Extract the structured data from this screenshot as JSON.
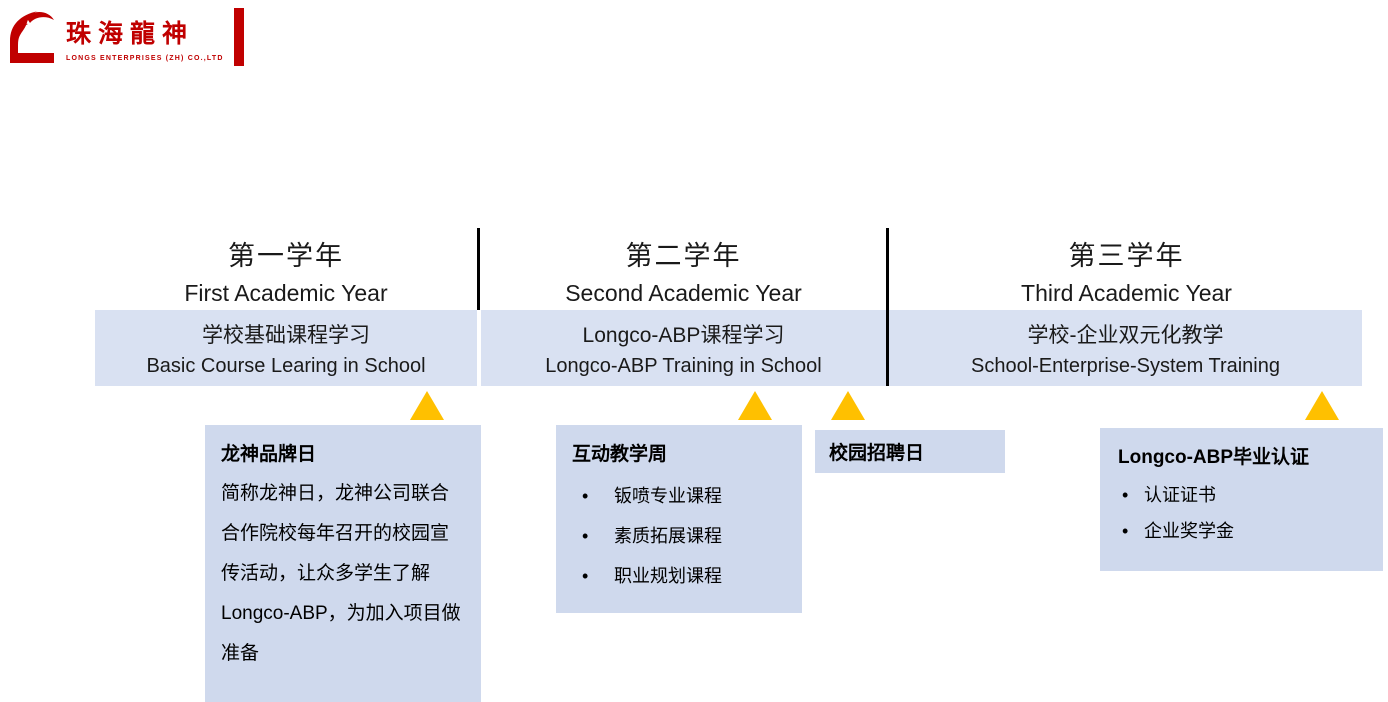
{
  "logo": {
    "brand_cn": "珠海龍神",
    "brand_en": "LONGS ENTERPRISES (ZH) CO.,LTD"
  },
  "colors": {
    "accent_red": "#C00000",
    "band_bg": "#D9E1F2",
    "box_bg": "#CFD9ED",
    "arrow_yellow": "#FFC000"
  },
  "years": [
    {
      "cn": "第一学年",
      "en": "First Academic Year",
      "band_cn": "学校基础课程学习",
      "band_en": "Basic Course Learing in School"
    },
    {
      "cn": "第二学年",
      "en": "Second Academic Year",
      "band_cn": "Longco-ABP课程学习",
      "band_en": "Longco-ABP Training in School"
    },
    {
      "cn": "第三学年",
      "en": "Third Academic Year",
      "band_cn": "学校-企业双元化教学",
      "band_en": "School-Enterprise-System Training"
    }
  ],
  "callouts": [
    {
      "title": "龙神品牌日",
      "body": "简称龙神日，龙神公司联合合作院校每年召开的校园宣传活动，让众多学生了解Longco-ABP，为加入项目做准备"
    },
    {
      "title": "互动教学周",
      "bullets": [
        "钣喷专业课程",
        "素质拓展课程",
        "职业规划课程"
      ]
    },
    {
      "title": "校园招聘日"
    },
    {
      "title": "Longco-ABP毕业认证",
      "bullets": [
        "认证证书",
        "企业奖学金"
      ]
    }
  ]
}
